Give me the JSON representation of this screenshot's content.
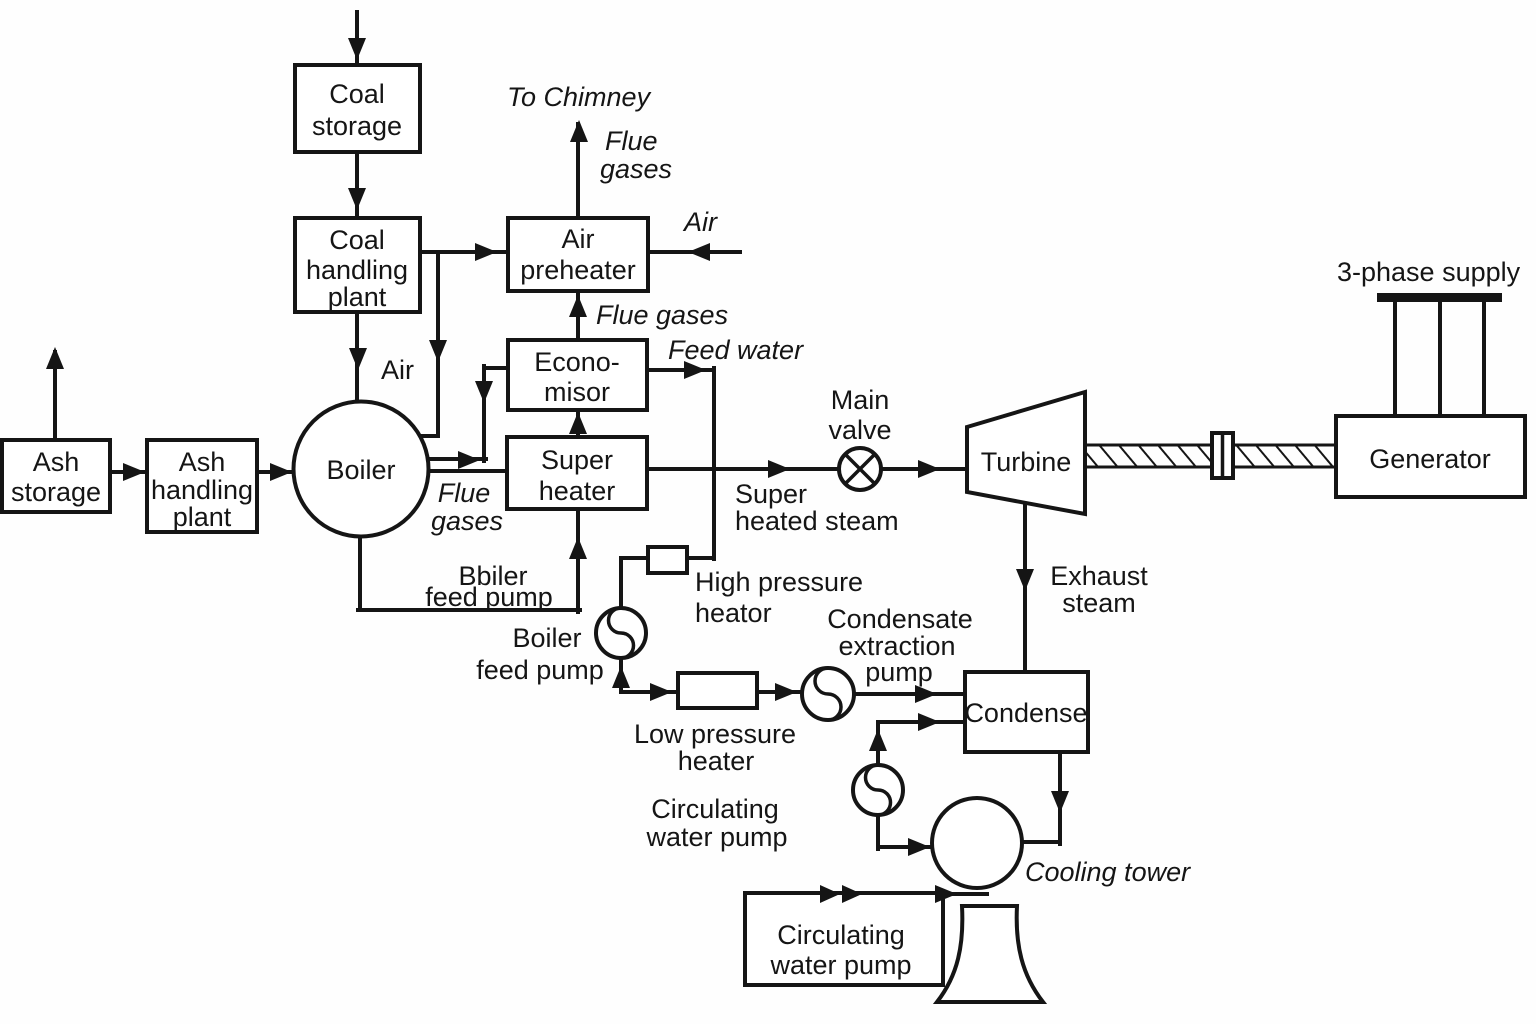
{
  "colors": {
    "ink": "#151515",
    "background": "#fefefe"
  },
  "nodes": {
    "coal_storage": {
      "lines": [
        "Coal",
        "storage"
      ]
    },
    "coal_handling": {
      "lines": [
        "Coal",
        "handling",
        "plant"
      ]
    },
    "ash_storage": {
      "lines": [
        "Ash",
        "storage"
      ]
    },
    "ash_handling": {
      "lines": [
        "Ash",
        "handling",
        "plant"
      ]
    },
    "air_preheater": {
      "lines": [
        "Air",
        "preheater"
      ]
    },
    "economiser": {
      "lines": [
        "Econo-",
        "misor"
      ]
    },
    "superheater": {
      "lines": [
        "Super",
        "heater"
      ]
    },
    "boiler": {
      "label": "Boiler"
    },
    "turbine": {
      "label": "Turbine"
    },
    "generator": {
      "label": "Generator"
    },
    "condenser": {
      "label": "Condense"
    },
    "circulating_water_pump_box": {
      "lines": [
        "Circulating",
        "water pump"
      ]
    }
  },
  "annotations": {
    "to_chimney": "To Chimney",
    "flue_gases_top": [
      "Flue",
      "gases"
    ],
    "air_intake": "Air",
    "flue_gases_mid": "Flue gases",
    "feed_water": "Feed water",
    "air_to_boiler": "Air",
    "flue_gases_boiler": [
      "Flue",
      "gases"
    ],
    "bbiler_feed_pump": [
      "Bbiler",
      "feed pump"
    ],
    "boiler_feed_pump": [
      "Boiler",
      "feed pump"
    ],
    "high_pressure_heater": [
      "High pressure",
      "heator"
    ],
    "main_valve": [
      "Main",
      "valve"
    ],
    "super_heated_steam": [
      "Super",
      "heated steam"
    ],
    "exhaust_steam": [
      "Exhaust",
      "steam"
    ],
    "condensate_extraction_pump": [
      "Condensate",
      "extraction",
      "pump"
    ],
    "low_pressure_heater": [
      "Low pressure",
      "heater"
    ],
    "circulating_water_pump": [
      "Circulating",
      "water pump"
    ],
    "cooling_tower": "Cooling tower",
    "three_phase_supply": "3-phase supply"
  }
}
